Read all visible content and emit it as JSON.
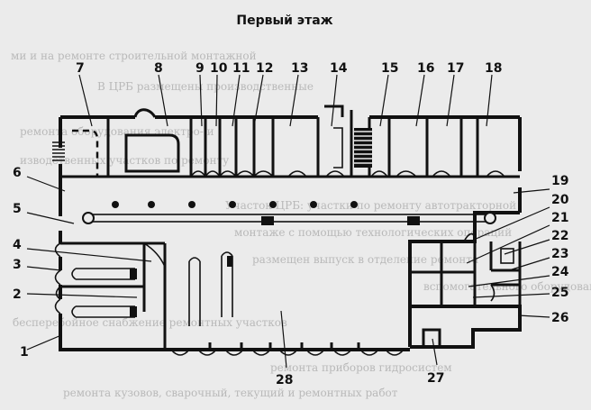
{
  "title": "Первый этаж",
  "labels": [
    "1",
    "2",
    "3",
    "4",
    "5",
    "6",
    "7",
    "8",
    "9",
    "10",
    "11",
    "12",
    "13",
    "14",
    "15",
    "16",
    "17",
    "18",
    "19",
    "20",
    "21",
    "22",
    "23",
    "24",
    "25",
    "26",
    "27",
    "28"
  ],
  "background_text": [
    "ми и на ремонте строительной монтажной",
    "В ЦРБ размещены производственные",
    "ремонта оборудования электро- и",
    "изводственных участков по ремонту",
    "Участок ЦРБ: участки по ремонту автотракторной",
    "монтаже с помощью технологических операций",
    "размещен выпуск в отделение ремонта",
    "вспомогательного оборудования",
    "бесперебойное снабжение ремонтных участков",
    "ремонта приборов гидросистем",
    "ремонта кузовов, сварочный, текущий и ремонтных работ"
  ],
  "colors": {
    "ink": "#111111",
    "paper": "#ebebeb",
    "ghost": "#b9b9b9"
  }
}
